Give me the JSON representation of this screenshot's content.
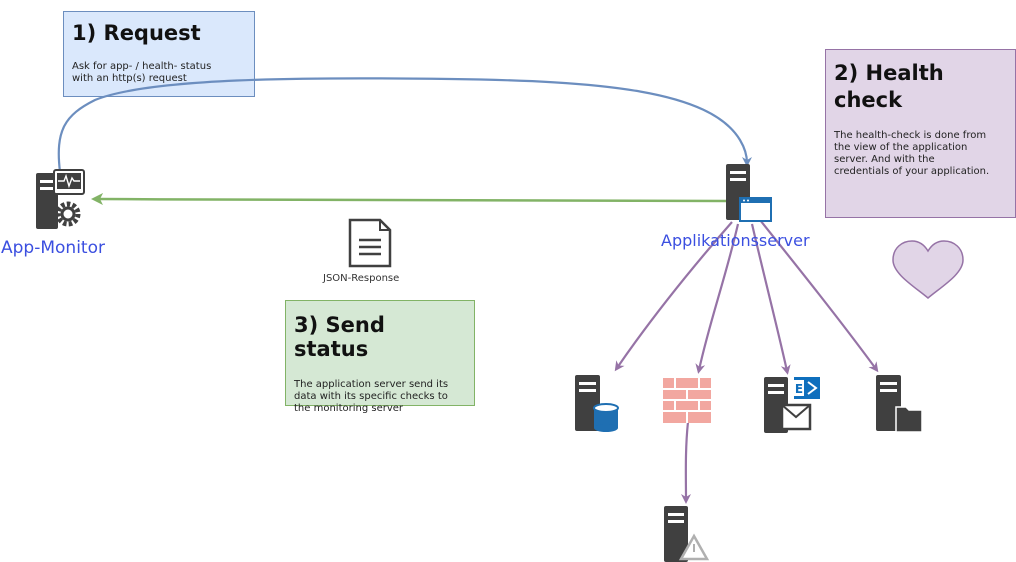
{
  "notes": {
    "request": {
      "title": "1) Request",
      "lines": [
        "Ask for app- / health- status",
        "with an http(s) request"
      ]
    },
    "health": {
      "title_line1": "2) Health",
      "title_line2": "check",
      "lines": [
        "The health-check is done from",
        "the view of the application",
        "server. And with the",
        "credentials of your application."
      ]
    },
    "status": {
      "title": "3) Send status",
      "lines": [
        "The application server send its",
        "data with its specific checks to",
        "the monitoring server"
      ]
    }
  },
  "labels": {
    "app_monitor": "App-Monitor",
    "app_server": "Applikationsserver",
    "json_response": "JSON-Response"
  },
  "colors": {
    "request_arrow": "#6c8ebf",
    "response_arrow": "#82b366",
    "check_arrows": "#9673a6",
    "server_gray": "#404040",
    "database_blue": "#1f6fb2",
    "firewall_pink": "#f2a7a0",
    "heart": "#e1d5e7",
    "exchange_blue": "#0f6fbd"
  },
  "icons": [
    "monitor-server-icon",
    "application-server-icon",
    "json-document-icon",
    "database-server-icon",
    "firewall-icon",
    "exchange-server-icon",
    "file-server-icon",
    "alert-server-icon",
    "heart-icon"
  ]
}
